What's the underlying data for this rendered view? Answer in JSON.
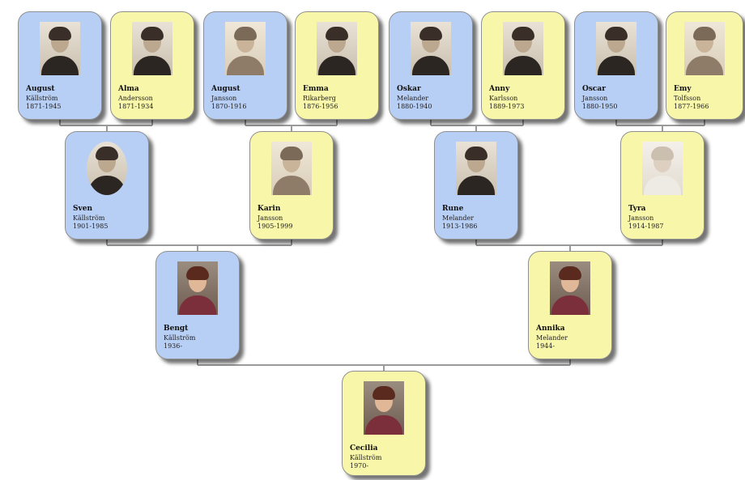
{
  "colors": {
    "male": "#b8cff5",
    "female": "#f8f6a9",
    "connector": "#9a9a9a"
  },
  "people": {
    "p1": {
      "first": "August",
      "last": "Källström",
      "years": "1871-1945",
      "gender": "male",
      "photo": "portrait-photo"
    },
    "p2": {
      "first": "Alma",
      "last": "Andersson",
      "years": "1871-1934",
      "gender": "female",
      "photo": "portrait-photo"
    },
    "p3": {
      "first": "August",
      "last": "Jansson",
      "years": "1870-1916",
      "gender": "male",
      "photo": "portrait-photo"
    },
    "p4": {
      "first": "Emma",
      "last": "Rikarberg",
      "years": "1876-1956",
      "gender": "female",
      "photo": "portrait-photo"
    },
    "p5": {
      "first": "Oskar",
      "last": "Melander",
      "years": "1880-1940",
      "gender": "male",
      "photo": "portrait-photo"
    },
    "p6": {
      "first": "Anny",
      "last": "Karlsson",
      "years": "1889-1973",
      "gender": "female",
      "photo": "portrait-photo"
    },
    "p7": {
      "first": "Oscar",
      "last": "Jansson",
      "years": "1880-1950",
      "gender": "male",
      "photo": "portrait-photo"
    },
    "p8": {
      "first": "Emy",
      "last": "Tolfsson",
      "years": "1877-1966",
      "gender": "female",
      "photo": "portrait-photo"
    },
    "p9": {
      "first": "Sven",
      "last": "Källström",
      "years": "1901-1985",
      "gender": "male",
      "photo": "portrait-photo"
    },
    "p10": {
      "first": "Karin",
      "last": "Jansson",
      "years": "1905-1999",
      "gender": "female",
      "photo": "portrait-photo"
    },
    "p11": {
      "first": "Rune",
      "last": "Melander",
      "years": "1913-1986",
      "gender": "male",
      "photo": "portrait-photo"
    },
    "p12": {
      "first": "Tyra",
      "last": "Jansson",
      "years": "1914-1987",
      "gender": "female",
      "photo": "portrait-photo"
    },
    "p13": {
      "first": "Bengt",
      "last": "Källström",
      "years": "1936-",
      "gender": "male",
      "photo": "portrait-photo"
    },
    "p14": {
      "first": "Annika",
      "last": "Melander",
      "years": "1944-",
      "gender": "female",
      "photo": "portrait-photo"
    },
    "p15": {
      "first": "Cecilia",
      "last": "Källström",
      "years": "1970-",
      "gender": "female",
      "photo": "portrait-photo"
    }
  }
}
